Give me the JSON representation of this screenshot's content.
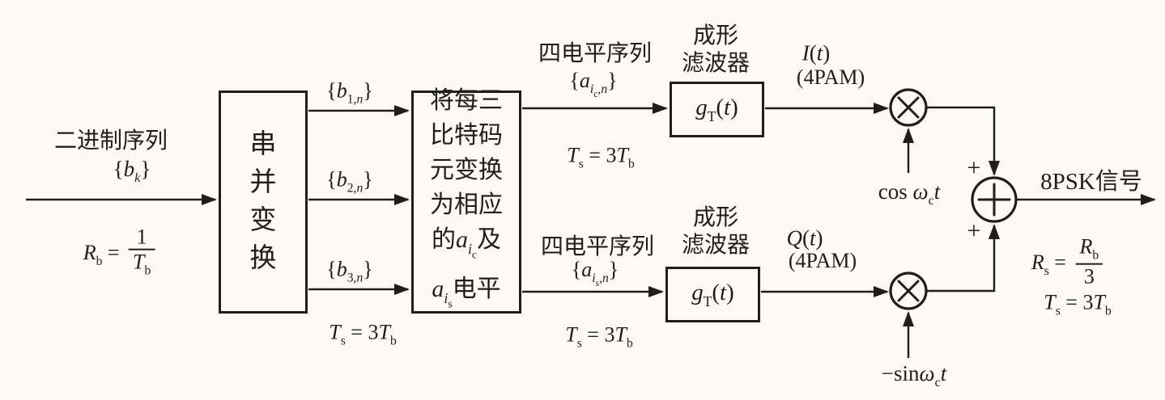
{
  "colors": {
    "ink": "#1f1e1c",
    "paper": "#fbfaf7"
  },
  "input": {
    "title": [
      {
        "t": "r",
        "x": "二进制序列"
      }
    ],
    "sequence": [
      {
        "t": "r",
        "x": "{"
      },
      {
        "t": "i",
        "x": "b"
      },
      {
        "t": "si",
        "x": "k"
      },
      {
        "t": "r",
        "x": "}"
      }
    ],
    "bit_rate": [
      {
        "t": "i",
        "x": "R"
      },
      {
        "t": "sb",
        "x": "b"
      },
      {
        "t": "r",
        "x": " = "
      },
      {
        "t": "f",
        "n": [
          {
            "t": "r",
            "x": "1"
          }
        ],
        "d": [
          {
            "t": "i",
            "x": "T"
          },
          {
            "t": "sb",
            "x": "b"
          }
        ]
      }
    ]
  },
  "serial_parallel": {
    "box_label": [
      {
        "t": "r",
        "x": "串"
      },
      {
        "t": "br"
      },
      {
        "t": "r",
        "x": "并"
      },
      {
        "t": "br"
      },
      {
        "t": "r",
        "x": "变"
      },
      {
        "t": "br"
      },
      {
        "t": "r",
        "x": "换"
      }
    ],
    "out1": [
      {
        "t": "r",
        "x": "{"
      },
      {
        "t": "i",
        "x": "b"
      },
      {
        "t": "sb",
        "x": "1,"
      },
      {
        "t": "si",
        "x": "n"
      },
      {
        "t": "r",
        "x": "}"
      }
    ],
    "out2": [
      {
        "t": "r",
        "x": "{"
      },
      {
        "t": "i",
        "x": "b"
      },
      {
        "t": "sb",
        "x": "2,"
      },
      {
        "t": "si",
        "x": "n"
      },
      {
        "t": "r",
        "x": "}"
      }
    ],
    "out3": [
      {
        "t": "r",
        "x": "{"
      },
      {
        "t": "i",
        "x": "b"
      },
      {
        "t": "sb",
        "x": "3,"
      },
      {
        "t": "si",
        "x": "n"
      },
      {
        "t": "r",
        "x": "}"
      }
    ]
  },
  "mapper": {
    "box_label": [
      {
        "t": "r",
        "x": "将每三"
      },
      {
        "t": "br"
      },
      {
        "t": "r",
        "x": "比特码"
      },
      {
        "t": "br"
      },
      {
        "t": "r",
        "x": "元变换"
      },
      {
        "t": "br"
      },
      {
        "t": "r",
        "x": "为相应"
      },
      {
        "t": "br"
      },
      {
        "t": "r",
        "x": "的"
      },
      {
        "t": "i",
        "x": "a"
      },
      {
        "t": "si",
        "x": "i"
      },
      {
        "t": "s2",
        "x": "c"
      },
      {
        "t": "r",
        "x": "及"
      },
      {
        "t": "br"
      },
      {
        "t": "i",
        "x": "a"
      },
      {
        "t": "si",
        "x": "i"
      },
      {
        "t": "s2",
        "x": "s"
      },
      {
        "t": "r",
        "x": "电平"
      }
    ]
  },
  "common": {
    "symbol_period": [
      {
        "t": "i",
        "x": "T"
      },
      {
        "t": "sb",
        "x": "s"
      },
      {
        "t": "r",
        "x": " = 3"
      },
      {
        "t": "i",
        "x": "T"
      },
      {
        "t": "sb",
        "x": "b"
      }
    ]
  },
  "i_branch": {
    "seq_title": [
      {
        "t": "r",
        "x": "四电平序列"
      }
    ],
    "sequence": [
      {
        "t": "r",
        "x": "{"
      },
      {
        "t": "i",
        "x": "a"
      },
      {
        "t": "si",
        "x": "i"
      },
      {
        "t": "s2",
        "x": "c"
      },
      {
        "t": "si",
        "x": ",n"
      },
      {
        "t": "r",
        "x": "}"
      }
    ],
    "filter_title": [
      {
        "t": "r",
        "x": "成形"
      },
      {
        "t": "br"
      },
      {
        "t": "r",
        "x": "滤波器"
      }
    ],
    "filter_fn": [
      {
        "t": "i",
        "x": "g"
      },
      {
        "t": "sb",
        "x": "T"
      },
      {
        "t": "r",
        "x": "("
      },
      {
        "t": "i",
        "x": "t"
      },
      {
        "t": "r",
        "x": ")"
      }
    ],
    "signal": [
      {
        "t": "i",
        "x": "I"
      },
      {
        "t": "r",
        "x": "("
      },
      {
        "t": "i",
        "x": "t"
      },
      {
        "t": "r",
        "x": ")"
      }
    ],
    "pam": [
      {
        "t": "r",
        "x": "(4PAM)"
      }
    ],
    "carrier": [
      {
        "t": "r",
        "x": "cos "
      },
      {
        "t": "i",
        "x": "ω"
      },
      {
        "t": "sb",
        "x": "c"
      },
      {
        "t": "i",
        "x": "t"
      }
    ]
  },
  "q_branch": {
    "seq_title": [
      {
        "t": "r",
        "x": "四电平序列"
      }
    ],
    "sequence": [
      {
        "t": "r",
        "x": "{"
      },
      {
        "t": "i",
        "x": "a"
      },
      {
        "t": "si",
        "x": "i"
      },
      {
        "t": "s2",
        "x": "s"
      },
      {
        "t": "si",
        "x": ",n"
      },
      {
        "t": "r",
        "x": "}"
      }
    ],
    "filter_title": [
      {
        "t": "r",
        "x": "成形"
      },
      {
        "t": "br"
      },
      {
        "t": "r",
        "x": "滤波器"
      }
    ],
    "filter_fn": [
      {
        "t": "i",
        "x": "g"
      },
      {
        "t": "sb",
        "x": "T"
      },
      {
        "t": "r",
        "x": "("
      },
      {
        "t": "i",
        "x": "t"
      },
      {
        "t": "r",
        "x": ")"
      }
    ],
    "signal": [
      {
        "t": "i",
        "x": "Q"
      },
      {
        "t": "r",
        "x": "("
      },
      {
        "t": "i",
        "x": "t"
      },
      {
        "t": "r",
        "x": ")"
      }
    ],
    "pam": [
      {
        "t": "r",
        "x": "(4PAM)"
      }
    ],
    "carrier": [
      {
        "t": "r",
        "x": "−sin"
      },
      {
        "t": "i",
        "x": "ω"
      },
      {
        "t": "sb",
        "x": "c"
      },
      {
        "t": "i",
        "x": "t"
      }
    ]
  },
  "summer": {
    "plus_top": [
      {
        "t": "r",
        "x": "+"
      }
    ],
    "plus_bottom": [
      {
        "t": "r",
        "x": "+"
      }
    ]
  },
  "output": {
    "signal": [
      {
        "t": "r",
        "x": "8PSK信号"
      }
    ],
    "symbol_rate": [
      {
        "t": "i",
        "x": "R"
      },
      {
        "t": "sb",
        "x": "s"
      },
      {
        "t": "r",
        "x": " = "
      },
      {
        "t": "f",
        "n": [
          {
            "t": "i",
            "x": "R"
          },
          {
            "t": "sb",
            "x": "b"
          }
        ],
        "d": [
          {
            "t": "r",
            "x": "3"
          }
        ]
      }
    ]
  }
}
